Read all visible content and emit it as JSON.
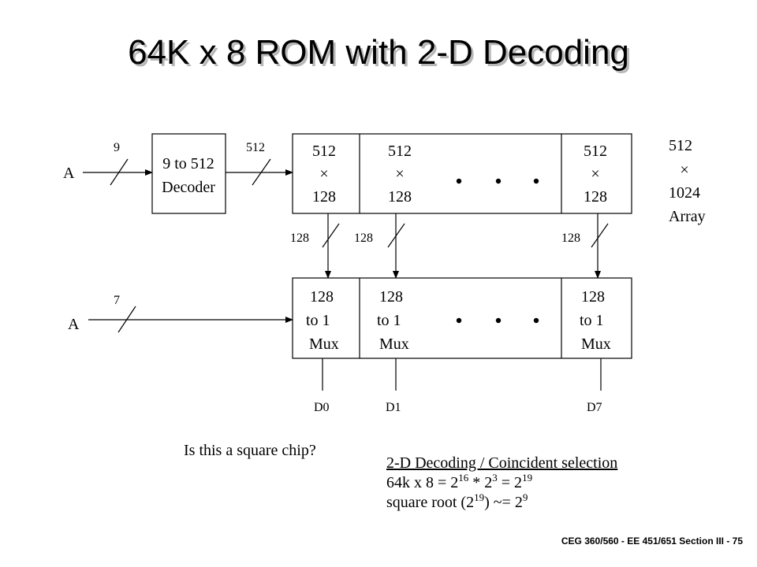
{
  "slide": {
    "title": "64K x 8 ROM with 2-D Decoding"
  },
  "row_input": {
    "label": "A",
    "width_label": "9"
  },
  "decoder": {
    "line1": "9 to 512",
    "line2": "Decoder",
    "output_width": "512"
  },
  "arrays": [
    {
      "line1": "512",
      "line2": "×",
      "line3": "128"
    },
    {
      "line1": "512",
      "line2": "×",
      "line3": "128"
    },
    {
      "line1": "512",
      "line2": "×",
      "line3": "128"
    }
  ],
  "array_total": {
    "line1": "512",
    "line2": "×",
    "line3": "1024",
    "line4": "Array"
  },
  "bus_labels": [
    "128",
    "128",
    "128"
  ],
  "col_input": {
    "label": "A",
    "width_label": "7"
  },
  "muxes": [
    {
      "line1": "128",
      "line2": "to 1",
      "line3": "Mux"
    },
    {
      "line1": "128",
      "line2": "to 1",
      "line3": "Mux"
    },
    {
      "line1": "128",
      "line2": "to 1",
      "line3": "Mux"
    }
  ],
  "outputs": [
    "D0",
    "D1",
    "D7"
  ],
  "question": "Is this a square chip?",
  "notes": {
    "heading": "2-D Decoding / Coincident selection",
    "line1": {
      "a": "64k x 8 = 2",
      "e1": "16",
      "b": " * 2",
      "e2": "3",
      "c": " = 2",
      "e3": "19"
    },
    "line2": {
      "a": "square root (2",
      "e1": "19",
      "b": ") ~= 2",
      "e2": "9"
    }
  },
  "footer": "CEG 360/560 - EE 451/651   Section III - 75"
}
